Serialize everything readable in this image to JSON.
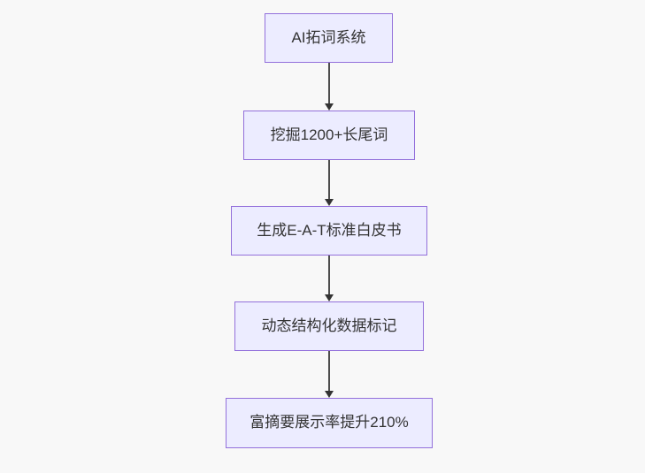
{
  "flowchart": {
    "type": "flowchart-top-down",
    "nodes": [
      {
        "label": "AI拓词系统"
      },
      {
        "label": "挖掘1200+长尾词"
      },
      {
        "label": "生成E-A-T标准白皮书"
      },
      {
        "label": "动态结构化数据标记"
      },
      {
        "label": "富摘要展示率提升210%"
      }
    ],
    "edges": [
      {
        "from": "AI拓词系统",
        "to": "挖掘1200+长尾词"
      },
      {
        "from": "挖掘1200+长尾词",
        "to": "生成E-A-T标准白皮书"
      },
      {
        "from": "生成E-A-T标准白皮书",
        "to": "动态结构化数据标记"
      },
      {
        "from": "动态结构化数据标记",
        "to": "富摘要展示率提升210%"
      }
    ],
    "colors": {
      "node_fill": "#ECECFF",
      "node_border": "#9370DB",
      "arrow_line": "#4d4d4d",
      "arrow_head": "#333333",
      "text": "#333333",
      "background": "#f8f8f8"
    }
  }
}
